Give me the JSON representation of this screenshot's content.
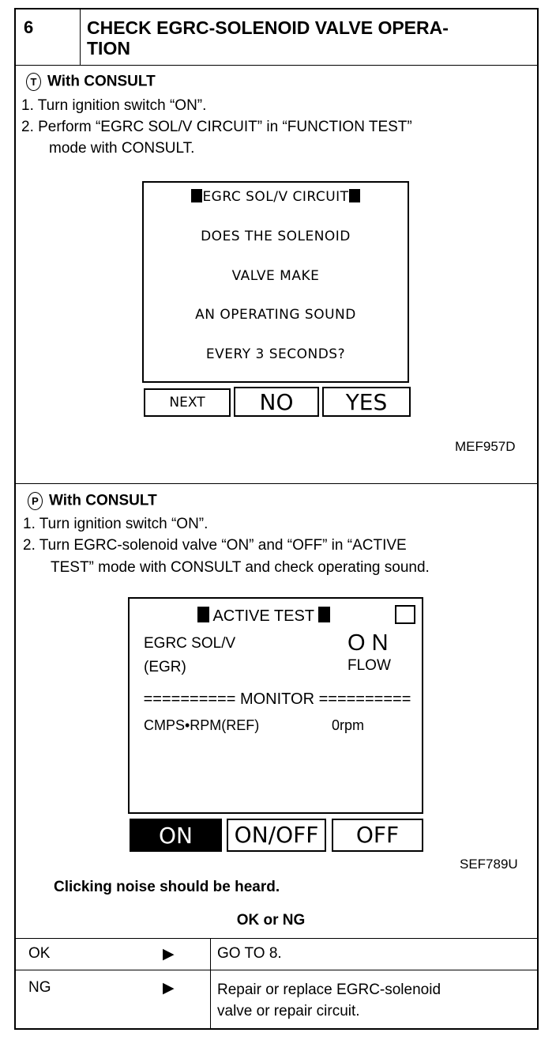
{
  "header": {
    "step_number": "6",
    "title_line1": "CHECK EGRC-SOLENOID VALVE OPERA-",
    "title_line2": "TION"
  },
  "section1": {
    "badge_icon": "consult-icon",
    "badge_glyph": "T",
    "heading": "With CONSULT",
    "steps": [
      "1.  Turn ignition switch “ON”.",
      "2.  Perform “EGRC SOL/V CIRCUIT” in “FUNCTION TEST”",
      "mode with CONSULT."
    ],
    "screen": {
      "title": "EGRC SOL/V CIRCUIT",
      "lines": [
        "DOES THE SOLENOID",
        "VALVE MAKE",
        "AN OPERATING SOUND",
        "EVERY 3 SECONDS?"
      ],
      "buttons": [
        "NEXT",
        "NO",
        "YES"
      ]
    },
    "figure_code": "MEF957D"
  },
  "section2": {
    "badge_glyph": "P",
    "heading": "With CONSULT",
    "steps": [
      "1.  Turn ignition switch “ON”.",
      "2.  Turn EGRC-solenoid valve “ON” and “OFF” in “ACTIVE",
      "TEST” mode with CONSULT and check operating sound."
    ],
    "screen": {
      "title": "ACTIVE TEST",
      "item_line1": "EGRC SOL/V",
      "item_line2": "(EGR)",
      "state": "O N",
      "state_sub": "FLOW",
      "monitor": "========== MONITOR ==========",
      "monitor_item": "CMPS•RPM(REF)",
      "monitor_value": "0rpm",
      "buttons": [
        "ON",
        "ON/OFF",
        "OFF"
      ]
    },
    "figure_code": "SEF789U",
    "note": "Clicking noise should be heard."
  },
  "result": {
    "heading": "OK or NG",
    "rows": [
      {
        "label": "OK",
        "arrow": "▶",
        "action_line1": "GO TO 8.",
        "action_line2": ""
      },
      {
        "label": "NG",
        "arrow": "▶",
        "action_line1": "Repair or replace EGRC-solenoid",
        "action_line2": "valve or repair circuit."
      }
    ]
  }
}
